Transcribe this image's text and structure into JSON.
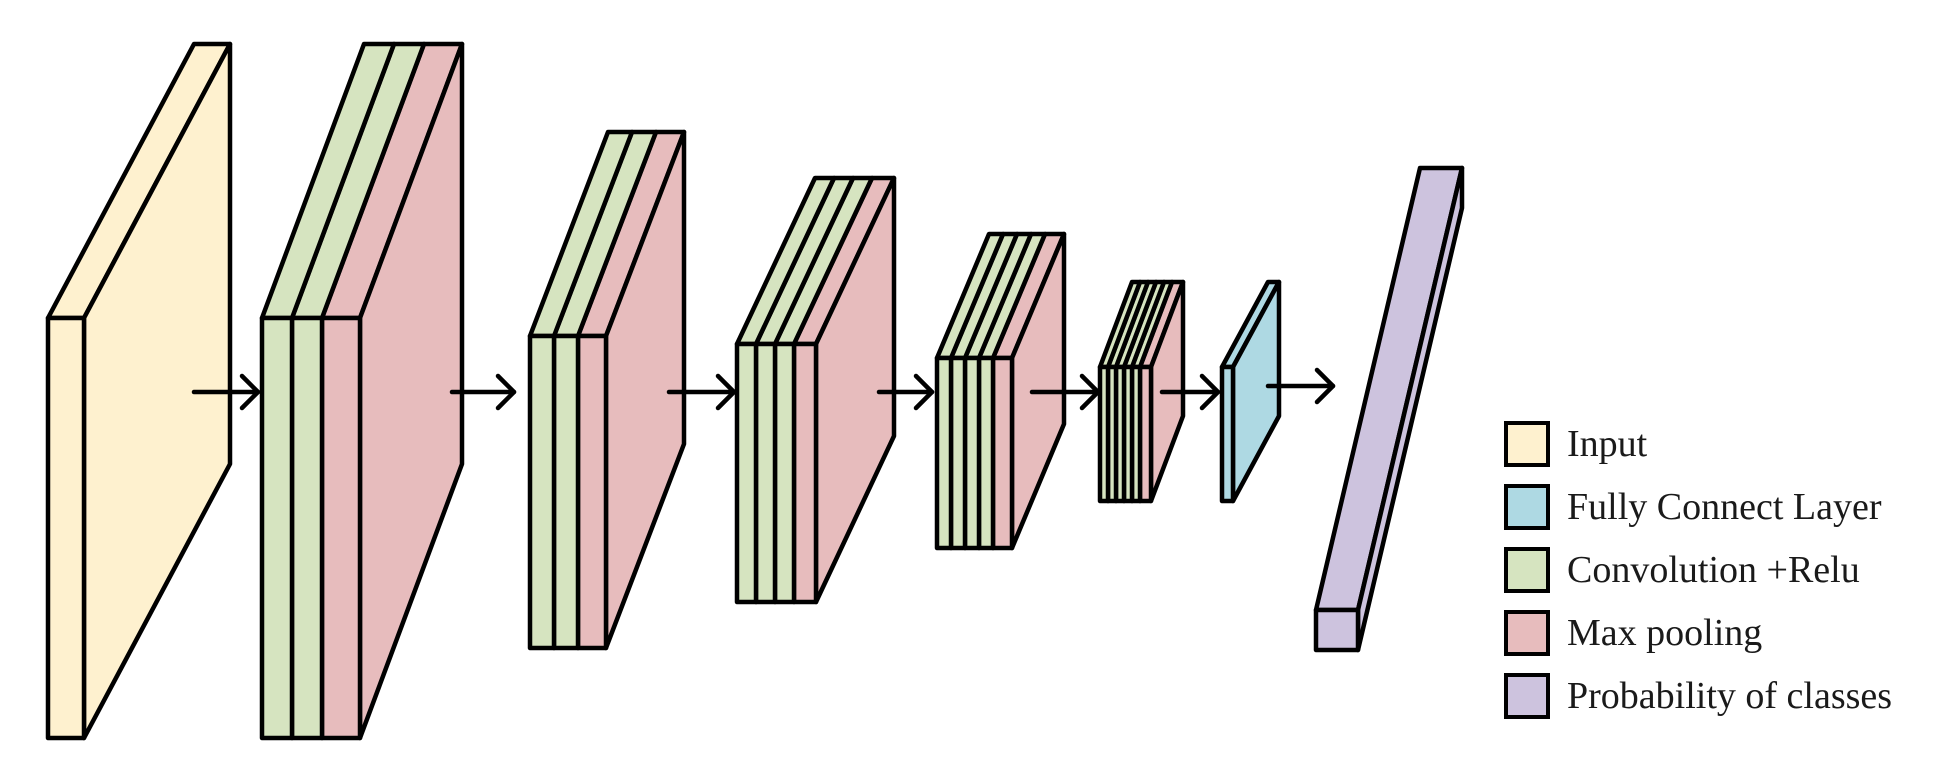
{
  "palette": {
    "input": "#fef1cf",
    "fully_connected": "#aed9e3",
    "convolution": "#d6e4c0",
    "pooling": "#e7bcbd",
    "probability": "#cdc3de"
  },
  "network": {
    "blocks": [
      {
        "name": "input-block",
        "conv_slabs": 0,
        "pooling": false,
        "kind": "input"
      },
      {
        "name": "conv-block-1",
        "conv_slabs": 2,
        "pooling": true
      },
      {
        "name": "conv-block-2",
        "conv_slabs": 2,
        "pooling": true
      },
      {
        "name": "conv-block-3",
        "conv_slabs": 3,
        "pooling": true
      },
      {
        "name": "conv-block-4",
        "conv_slabs": 4,
        "pooling": true
      },
      {
        "name": "conv-block-5",
        "conv_slabs": 5,
        "pooling": true
      },
      {
        "name": "fully-connected-block",
        "conv_slabs": 0,
        "pooling": false,
        "kind": "fully_connected"
      },
      {
        "name": "probability-bar",
        "conv_slabs": 0,
        "pooling": false,
        "kind": "probability"
      }
    ]
  },
  "legend": {
    "items": [
      {
        "key": "input",
        "label": "Input"
      },
      {
        "key": "fully_connected",
        "label": "Fully Connect Layer"
      },
      {
        "key": "convolution",
        "label": "Convolution +Relu"
      },
      {
        "key": "pooling",
        "label": "Max pooling"
      },
      {
        "key": "probability",
        "label": "Probability of classes"
      }
    ]
  }
}
